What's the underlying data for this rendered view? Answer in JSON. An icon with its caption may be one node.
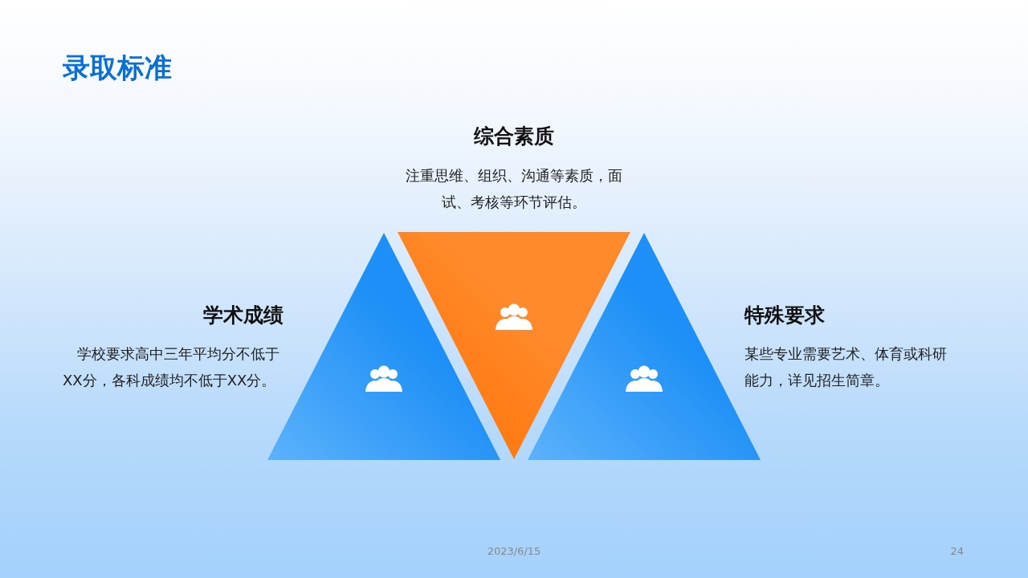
{
  "diagram": {
    "title": "录取标准",
    "nodes": [
      {
        "text": [],
        "shape": "triangle",
        "beside": [
          "学术成绩",
          "学校要求高中三年平均分不低于XX分，各科成绩均不低于XX分。"
        ]
      },
      {
        "text": [],
        "shape": "triangle",
        "beside": [
          "综合素质",
          "注重思维、组织、沟通等素质，面试、考核等环节评估。"
        ]
      },
      {
        "text": [],
        "shape": "triangle",
        "beside": [
          "特殊要求",
          "某些专业需要艺术、体育或科研能力，详见招生简章。"
        ]
      }
    ],
    "labels": [
      "2023/6/15",
      "24"
    ]
  }
}
